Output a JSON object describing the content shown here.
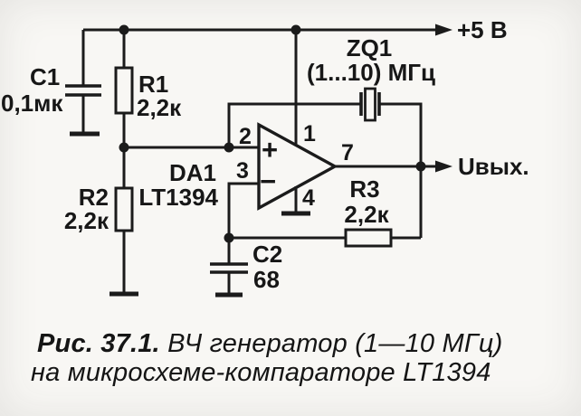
{
  "schematic": {
    "power_label": "+5 В",
    "output_label": "Uвых.",
    "c1": {
      "ref": "C1",
      "value": "0,1мк"
    },
    "r1": {
      "ref": "R1",
      "value": "2,2к"
    },
    "r2": {
      "ref": "R2",
      "value": "2,2к"
    },
    "r3": {
      "ref": "R3",
      "value": "2,2к"
    },
    "c2": {
      "ref": "C2",
      "value": "68"
    },
    "da1": {
      "ref": "DA1",
      "value": "LT1394"
    },
    "zq1": {
      "ref": "ZQ1",
      "value": "(1...10) МГц"
    },
    "opamp": {
      "plus": "+",
      "minus": "−",
      "pin1": "1",
      "pin2": "2",
      "pin3": "3",
      "pin4": "4",
      "pin7": "7"
    }
  },
  "caption": {
    "prefix": "Рис. 37.1.",
    "line1_rest": " ВЧ генератор (1—10 МГц)",
    "line2": "на микросхеме-компараторе LT1394"
  }
}
